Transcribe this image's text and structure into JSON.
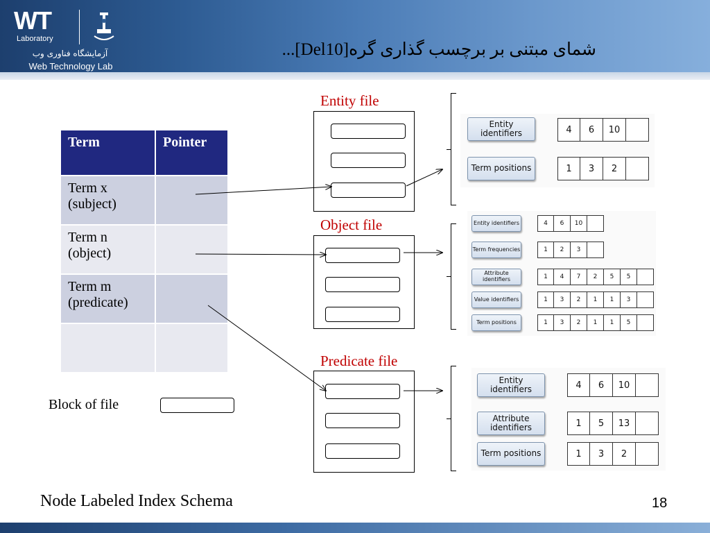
{
  "header": {
    "logo_wt": "WT",
    "logo_laboratory": "Laboratory",
    "logo_fa": "آزمایشگاه فناوری وب",
    "logo_en": "Web Technology Lab",
    "title": "شمای مبتنی بر برچسب گذاری گره[Del10]..."
  },
  "footer": {
    "caption": "Node Labeled Index  Schema",
    "page_number": "18"
  },
  "term_table": {
    "headers": [
      "Term",
      "Pointer"
    ],
    "rows": [
      {
        "term": "Term x (subject)",
        "pointer": ""
      },
      {
        "term": "Term n (object)",
        "pointer": ""
      },
      {
        "term": "Term m (predicate)",
        "pointer": ""
      },
      {
        "term": "",
        "pointer": ""
      }
    ]
  },
  "legend": {
    "block_label": "Block of file"
  },
  "files": {
    "entity": {
      "label": "Entity file",
      "rows": [
        {
          "tag": "Entity identifiers",
          "values": [
            "4",
            "6",
            "10",
            ""
          ]
        },
        {
          "tag": "Term positions",
          "values": [
            "1",
            "3",
            "2",
            ""
          ]
        }
      ]
    },
    "object": {
      "label": "Object file",
      "rows": [
        {
          "tag": "Entity identifiers",
          "values": [
            "4",
            "6",
            "10",
            ""
          ]
        },
        {
          "tag": "Term frequencies",
          "values": [
            "1",
            "2",
            "3",
            ""
          ]
        },
        {
          "tag": "Attribute identifiers",
          "values": [
            "1",
            "4",
            "7",
            "2",
            "5",
            "5",
            ""
          ]
        },
        {
          "tag": "Value identifiers",
          "values": [
            "1",
            "3",
            "2",
            "1",
            "1",
            "3",
            ""
          ]
        },
        {
          "tag": "Term positions",
          "values": [
            "1",
            "3",
            "2",
            "1",
            "1",
            "5",
            ""
          ]
        }
      ]
    },
    "predicate": {
      "label": "Predicate file",
      "rows": [
        {
          "tag": "Entity identifiers",
          "values": [
            "4",
            "6",
            "10",
            ""
          ]
        },
        {
          "tag": "Attribute identifiers",
          "values": [
            "1",
            "5",
            "13",
            ""
          ]
        },
        {
          "tag": "Term positions",
          "values": [
            "1",
            "3",
            "2",
            ""
          ]
        }
      ]
    }
  },
  "colors": {
    "header_dark": "#1d3f6e",
    "table_header": "#202880",
    "file_label": "#c00000"
  }
}
